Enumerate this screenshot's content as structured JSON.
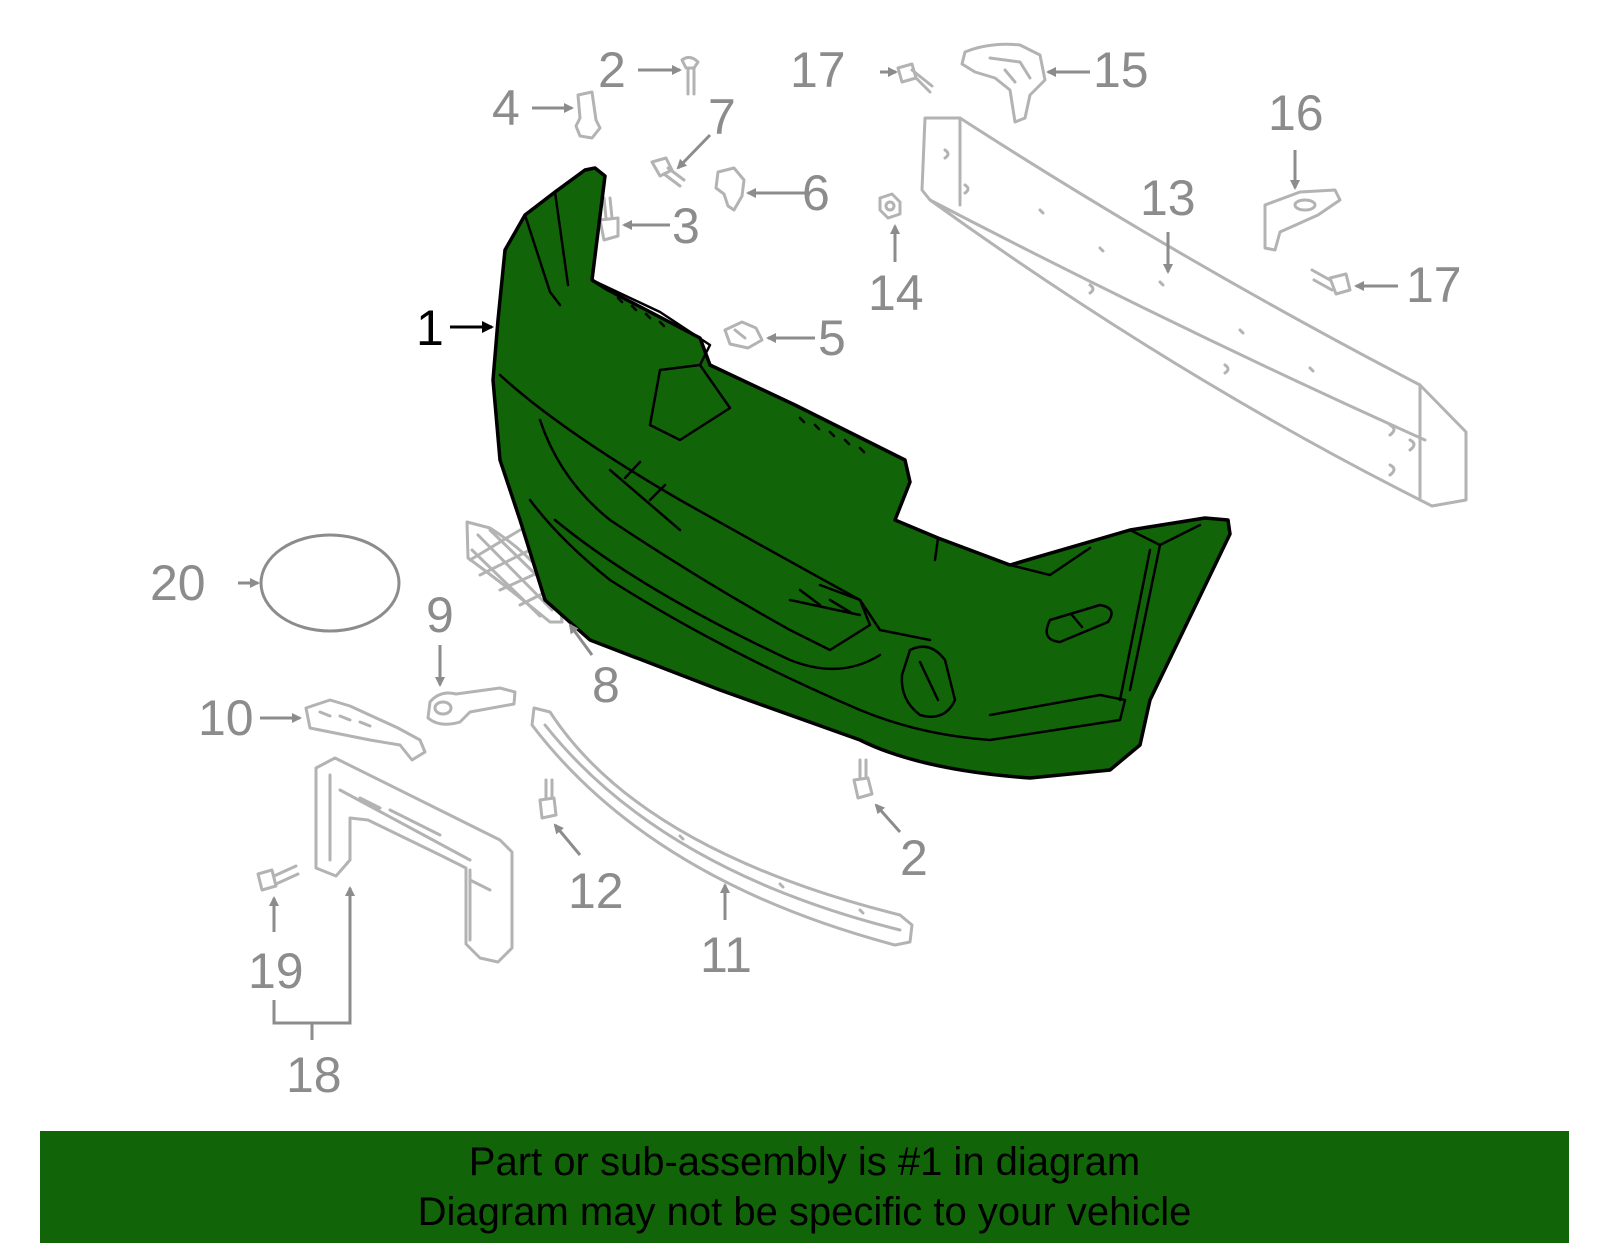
{
  "colors": {
    "highlight": "#116408",
    "banner_bg": "#116408",
    "callout_gray": "#8c8c8c",
    "part_outline": "#b3b3b3"
  },
  "callouts": {
    "c1": "1",
    "c2_top": "2",
    "c2_bottom": "2",
    "c3": "3",
    "c4": "4",
    "c5": "5",
    "c6": "6",
    "c7": "7",
    "c8": "8",
    "c9": "9",
    "c10": "10",
    "c11": "11",
    "c12": "12",
    "c13": "13",
    "c14": "14",
    "c15": "15",
    "c16": "16",
    "c17_top": "17",
    "c17_right": "17",
    "c18": "18",
    "c19": "19",
    "c20": "20"
  },
  "highlighted_part": "1",
  "banner": {
    "line1": "Part or sub-assembly is #1 in diagram",
    "line2": "Diagram may not be specific to your vehicle"
  }
}
